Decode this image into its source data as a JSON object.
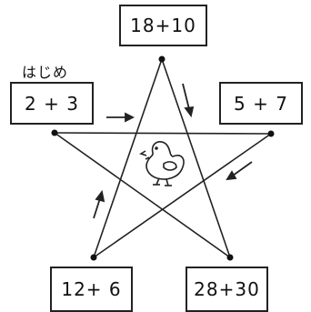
{
  "start_label": "はじめ",
  "boxes": {
    "top": "18+10",
    "left": "2 + 3",
    "right": "5 + 7",
    "bottom_left": "12+ 6",
    "bottom_right": "28+30"
  },
  "center_icon": "chick-icon",
  "arrow_icons": [
    "arrow-right-icon",
    "arrow-down-icon",
    "arrow-down-left-icon",
    "arrow-up-icon"
  ],
  "colors": {
    "line": "#222222",
    "background": "#ffffff"
  }
}
